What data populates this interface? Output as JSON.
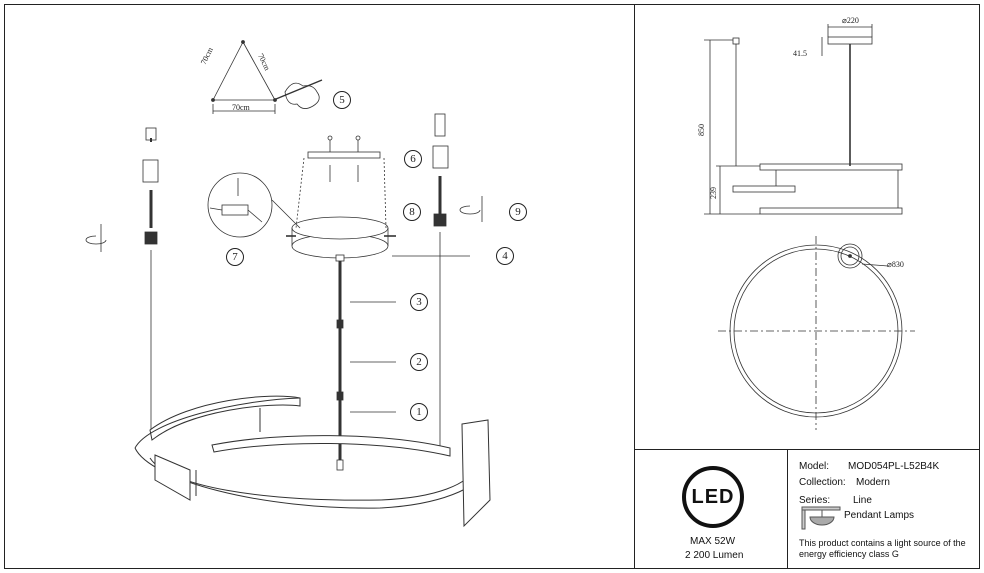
{
  "install": {
    "triangle_left": "70cm",
    "triangle_right": "70cm",
    "triangle_bottom": "70cm",
    "steps": [
      "1",
      "2",
      "3",
      "4",
      "5",
      "6",
      "7",
      "8",
      "9"
    ]
  },
  "dimensions": {
    "top_diameter": "⌀220",
    "canopy_height": "41.5",
    "total_height": "850",
    "ring_height": "239",
    "ring_diameter": "⌀830"
  },
  "spec": {
    "led_badge": "LED",
    "power": "MAX 52W",
    "lumen": "2 200 Lumen",
    "model_label": "Model:",
    "model_value": "MOD054PL-L52B4K",
    "collection_label": "Collection:",
    "collection_value": "Modern",
    "series_label": "Series:",
    "series_value": "Line",
    "category": "Pendant Lamps",
    "energy_line1": "This product contains a light source of the",
    "energy_line2": "energy efficiency class G"
  }
}
